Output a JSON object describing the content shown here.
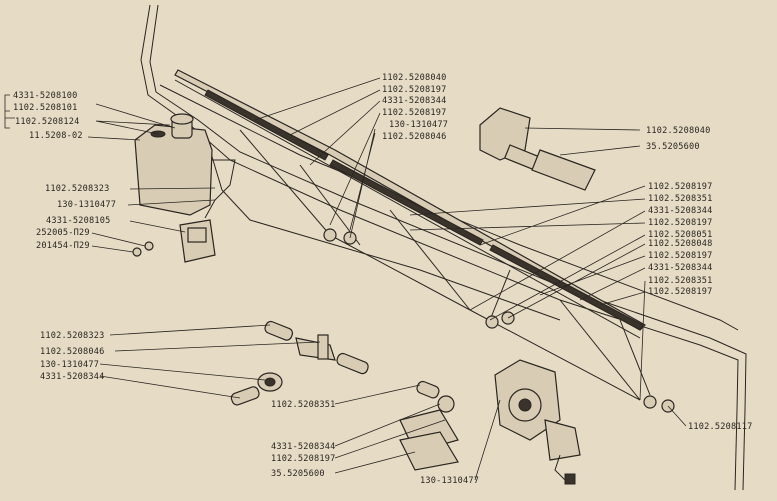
{
  "labels": {
    "l01": "4331-5208100",
    "l02": "1102.5208101",
    "l03": "1102.5208124",
    "l04": "11.5208-02",
    "l05": "1102.5208323",
    "l06": "130-1310477",
    "l07": "4331-5208105",
    "l08": "252005-П29",
    "l09": "201454-П29",
    "t01": "1102.5208040",
    "t02": "1102.5208197",
    "t03": "4331-5208344",
    "t04": "1102.5208197",
    "t05": "130-1310477",
    "t06": "1102.5208046",
    "r01": "1102.5208040",
    "r02": "35.5205600",
    "m01": "1102.5208197",
    "m02": "1102.5208351",
    "m03": "4331-5208344",
    "m04": "1102.5208197",
    "m05": "1102.5208051",
    "m06": "1102.5208048",
    "m07": "1102.5208197",
    "m08": "4331-5208344",
    "m09": "1102.5208351",
    "m10": "1102.5208197",
    "b01": "1102.5208323",
    "b02": "1102.5208046",
    "b03": "130-1310477",
    "b04": "4331-5208344",
    "c01": "1102.5208351",
    "c02": "4331-5208344",
    "c03": "1102.5208197",
    "c04": "35.5205600",
    "c05": "130-1310477",
    "c06": "1102.5208117"
  }
}
